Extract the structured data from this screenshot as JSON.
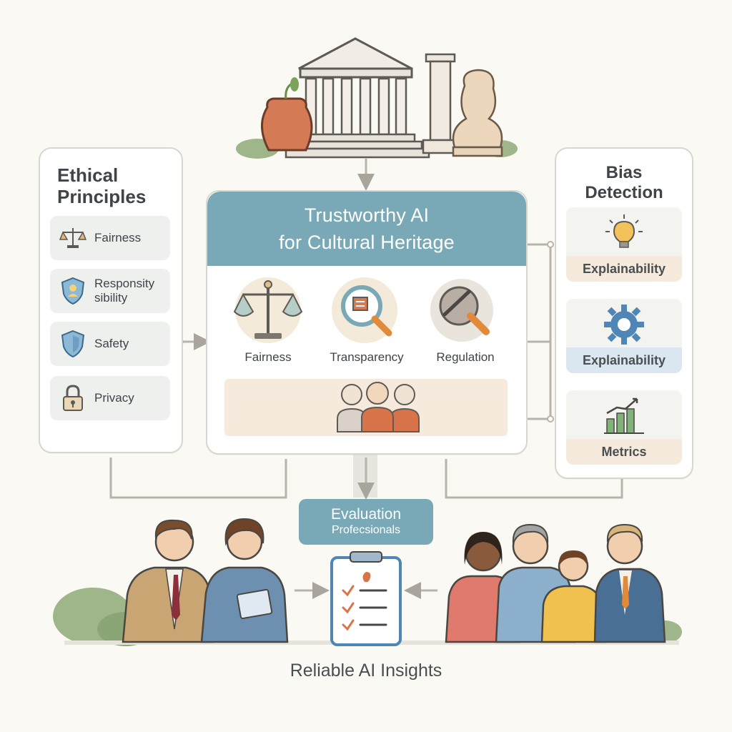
{
  "center": {
    "title_line1": "Trustworthy AI",
    "title_line2": "for Cultural Heritage",
    "pillars": [
      {
        "label": "Fairness",
        "icon": "scales-icon"
      },
      {
        "label": "Transparency",
        "icon": "magnifier-icon"
      },
      {
        "label": "Regulation",
        "icon": "gavel-icon"
      }
    ]
  },
  "ethical": {
    "title_line1": "Ethical",
    "title_line2": "Principles",
    "items": [
      {
        "label": "Fairness",
        "icon": "scales-icon"
      },
      {
        "label_line1": "Responsity",
        "label_line2": "sibility",
        "icon": "shield-person-icon"
      },
      {
        "label": "Safety",
        "icon": "shield-icon"
      },
      {
        "label": "Privacy",
        "icon": "padlock-icon"
      }
    ]
  },
  "bias": {
    "title_line1": "Bias",
    "title_line2": "Detection",
    "items": [
      {
        "label": "Explainability",
        "icon": "lightbulb-icon"
      },
      {
        "label": "Explainability",
        "icon": "gear-icon"
      },
      {
        "label": "Metrics",
        "icon": "bar-chart-icon"
      }
    ]
  },
  "evaluation": {
    "line1": "Evaluation",
    "line2": "Profecsionals"
  },
  "footer": {
    "title": "Reliable AI Insights"
  },
  "colors": {
    "teal": "#79a9b6",
    "peach": "#f6eadc",
    "orange": "#d9744a",
    "blue_icon": "#4f86b5",
    "panel_border": "#d8d6cf",
    "connector": "#b8b4ac"
  }
}
